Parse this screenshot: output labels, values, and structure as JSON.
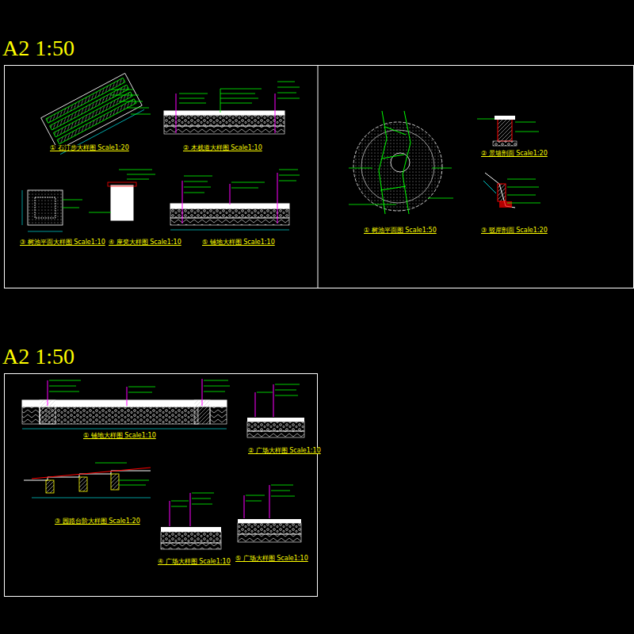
{
  "diagram": {
    "nodes": [
      {
        "text": [
          "A2 1:50"
        ]
      },
      {
        "text": [
          "A2 1:50"
        ]
      }
    ],
    "labels": [
      "① 石汀步大样图 Scale1:20",
      "② 木栈道大样图 Scale1:10",
      "③ 树池平面大样图 Scale1:10",
      "④ 座凳大样图 Scale1:10",
      "⑤ 铺地大样图 Scale1:10",
      "① 树池平面图 Scale1:50",
      "② 景墙剖面 Scale1:20",
      "③ 驳岸剖面 Scale1:20",
      "① 铺地大样图 Scale1:10",
      "② 广场大样图 Scale1:10",
      "③ 园路台阶大样图 Scale1:20",
      "④ 广场大样图 Scale1:10",
      "⑤ 广场大样图 Scale1:10"
    ]
  }
}
